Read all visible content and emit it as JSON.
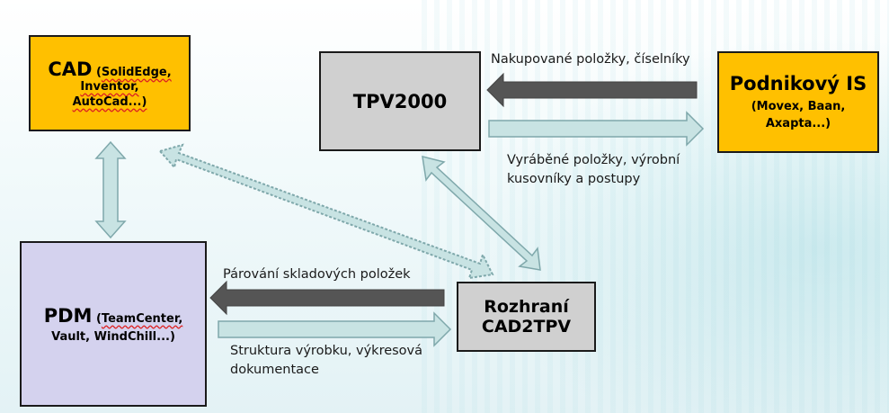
{
  "boxes": {
    "cad": {
      "title": "CAD",
      "paren_open": " (",
      "products_line1": "SolidEdge,",
      "products_line2": "Inventor,",
      "products_line3": "AutoCad...)",
      "color": "#ffc000"
    },
    "tpv": {
      "title": "TPV2000",
      "color": "#d0d0d0"
    },
    "podnik": {
      "title": "Podnikový IS",
      "products": "(Movex, Baan, Axapta...)",
      "color": "#ffc000"
    },
    "pdm": {
      "title": "PDM",
      "paren_open": " (",
      "products_line1": "TeamCenter,",
      "products_line2": "Vault, WindChill...)",
      "color": "#d4d2ee"
    },
    "rozhrani": {
      "line1": "Rozhraní",
      "line2": "CAD2TPV",
      "color": "#d0d0d0"
    }
  },
  "labels": {
    "nakupovane": "Nakupované položky, číselníky",
    "vyrabene_line1": "Vyráběné položky, výrobní",
    "vyrabene_line2": "kusovníky a postupy",
    "parovani": "Párování skladových položek",
    "struktura_line1": "Struktura výrobku, výkresová",
    "struktura_line2": "dokumentace"
  },
  "arrow_colors": {
    "dark": "#555555",
    "light": "#c8e3e3",
    "outline": "#7fa8ab"
  }
}
